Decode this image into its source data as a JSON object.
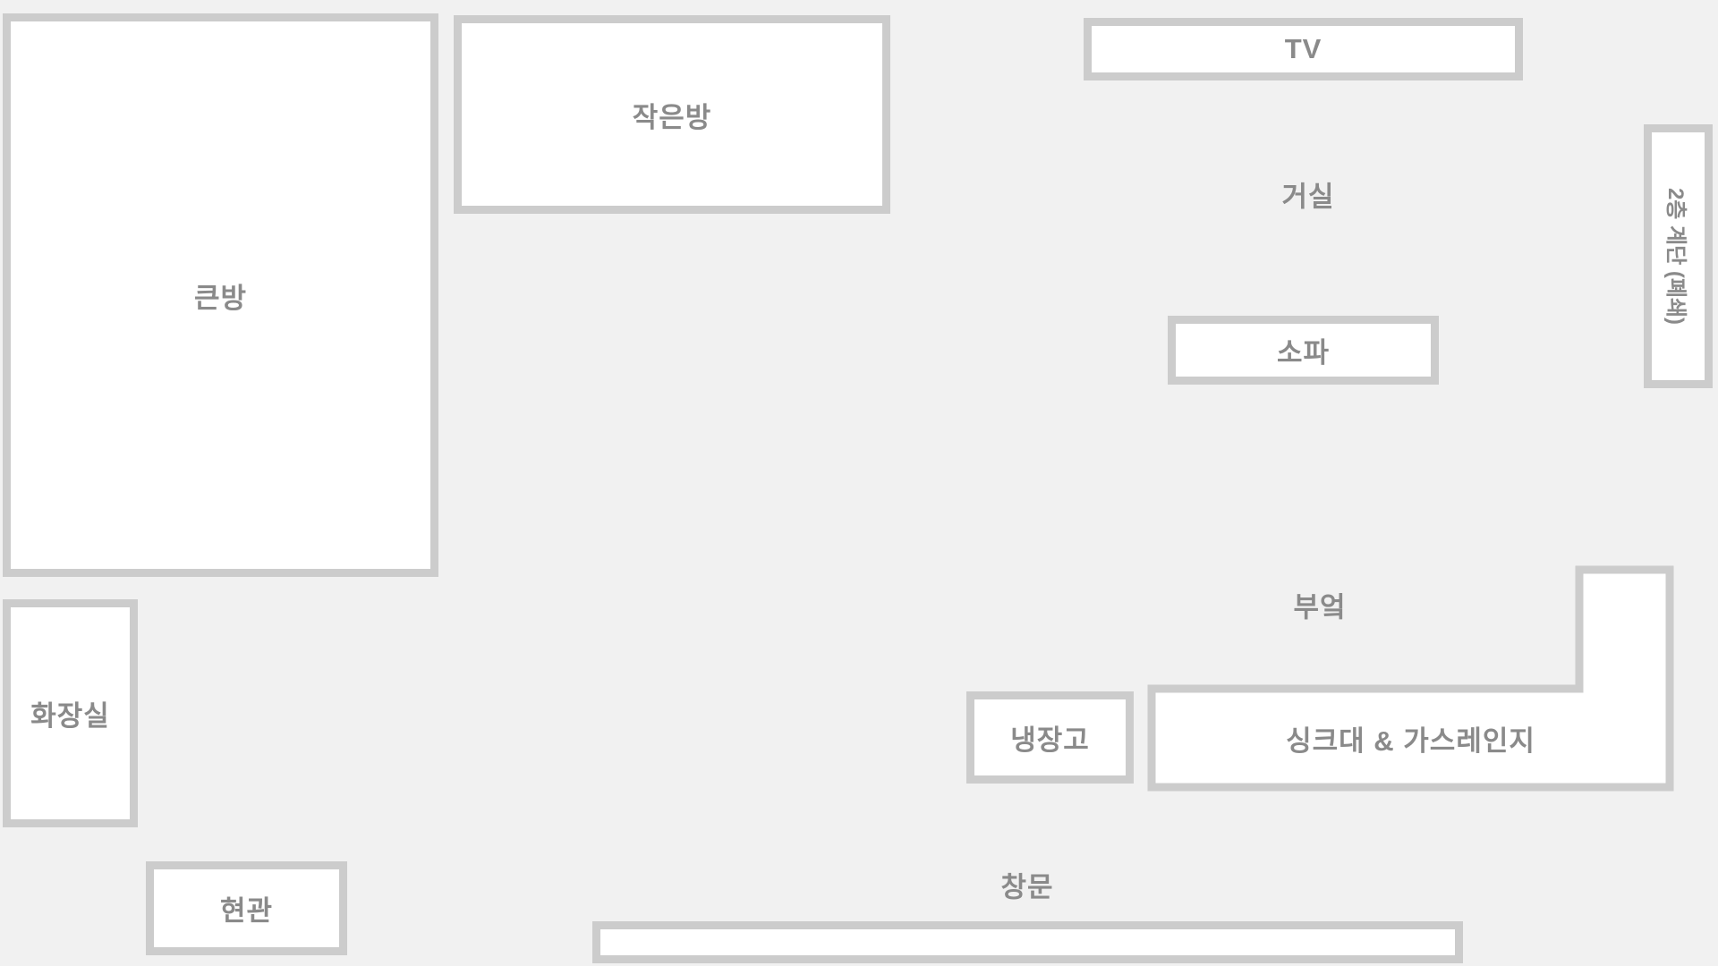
{
  "colors": {
    "background": "#f1f1f1",
    "room_fill": "#ffffff",
    "wall_border": "#cccccc",
    "label_text": "#8a8a8a"
  },
  "rooms": {
    "master_bedroom": {
      "label": "큰방"
    },
    "small_room": {
      "label": "작은방"
    },
    "bathroom": {
      "label": "화장실"
    },
    "entrance": {
      "label": "현관"
    },
    "stairs": {
      "label": "2층 계단 (폐쇄)"
    }
  },
  "areas": {
    "living_room": {
      "label": "거실"
    },
    "kitchen": {
      "label": "부엌"
    }
  },
  "furniture": {
    "tv": {
      "label": "TV"
    },
    "sofa": {
      "label": "소파"
    },
    "fridge": {
      "label": "냉장고"
    },
    "sink_stove": {
      "label": "싱크대 & 가스레인지"
    },
    "window": {
      "label": "창문"
    }
  }
}
